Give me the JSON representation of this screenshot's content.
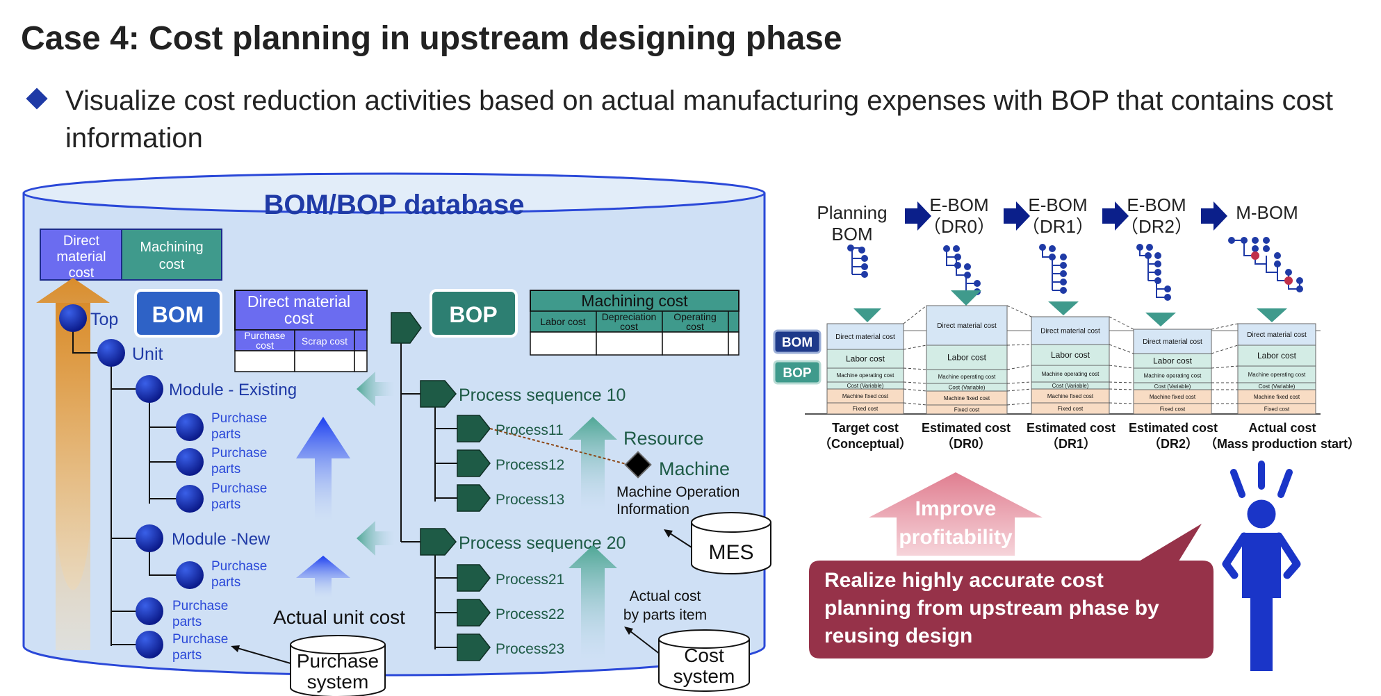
{
  "title": "Case 4: Cost planning in upstream designing phase",
  "subtitle": "Visualize cost reduction activities based on actual manufacturing expenses with BOP that contains cost information",
  "db": {
    "title": "BOM/BOP database",
    "legend": {
      "direct": [
        "Direct",
        "material",
        "cost"
      ],
      "machining": [
        "Machining",
        "cost"
      ]
    },
    "bom_label": "BOM",
    "bop_label": "BOP",
    "dm_box": {
      "title": [
        "Direct material",
        "cost"
      ],
      "purchase": [
        "Purchase",
        "cost"
      ],
      "scrap": "Scrap cost"
    },
    "mc_box": {
      "title": "Machining cost",
      "labor": "Labor cost",
      "depreciation": [
        "Depreciation",
        "cost"
      ],
      "operating": [
        "Operating",
        "cost"
      ]
    },
    "tree": {
      "top": "Top",
      "unit": "Unit",
      "module_existing": "Module - Existing",
      "module_new": "Module -New",
      "pp1": "Purchase",
      "pp2": "parts"
    },
    "actual_unit_cost": "Actual unit cost",
    "process": {
      "seq10": "Process sequence 10",
      "seq20": "Process sequence 20",
      "p11": "Process11",
      "p12": "Process12",
      "p13": "Process13",
      "p21": "Process21",
      "p22": "Process22",
      "p23": "Process23"
    },
    "resource": "Resource",
    "machine": "Machine",
    "machine_info": [
      "Machine Operation",
      "Information"
    ],
    "mes": "MES",
    "actual_cost": [
      "Actual cost",
      "by parts item"
    ],
    "cost_system": [
      "Cost",
      "system"
    ],
    "purchase_system": [
      "Purchase",
      "system"
    ]
  },
  "right": {
    "stages": [
      [
        "Planning",
        "BOM"
      ],
      [
        "E-BOM",
        "（DR0）"
      ],
      [
        "E-BOM",
        "（DR1）"
      ],
      [
        "E-BOM",
        "（DR2）"
      ],
      [
        "M-BOM",
        ""
      ]
    ],
    "bom_badge": "BOM",
    "bop_badge": "BOP",
    "stack_rows": [
      "Direct material cost",
      "Labor cost",
      "Machine operating cost",
      "Cost (Variable)",
      "Machine fixed cost",
      "Fixed cost"
    ],
    "stack_rows_alt": {
      "variable": "Cost(Variable)",
      "operating_dr2": "Machine operating cost"
    },
    "cost_labels": [
      [
        "Target cost",
        "（Conceptual）"
      ],
      [
        "Estimated cost",
        "（DR0）"
      ],
      [
        "Estimated cost",
        "（DR1）"
      ],
      [
        "Estimated cost",
        "（DR2）"
      ],
      [
        "Actual cost",
        "（Mass production start）"
      ]
    ],
    "improve": [
      "Improve",
      "profitability"
    ],
    "realize": [
      "Realize highly accurate cost",
      "planning from upstream phase by",
      "reusing design"
    ]
  },
  "colors": {
    "accent": "#1f3aa6",
    "db_fill": "#cfe0f5",
    "bom_blue": "#2e62c6",
    "bop_teal": "#2d7f72",
    "direct_purple": "#6b6cf0",
    "machining_teal": "#3f9a8c",
    "callout": "#963249",
    "improve": "#e48b9b"
  }
}
